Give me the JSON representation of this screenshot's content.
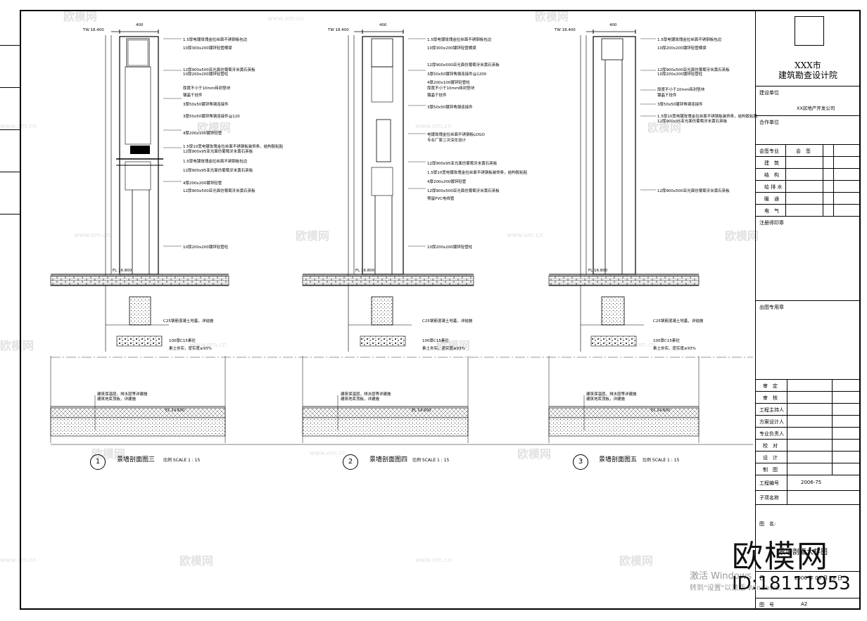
{
  "title_block": {
    "institute_line1": "XXX市",
    "institute_line2": "建筑勘查设计院",
    "client_label": "建设单位",
    "client_value": "XX房地产开发公司",
    "partner_label": "合作单位",
    "sign_header_label": "会签专业",
    "sign_header_value": "会　签",
    "disciplines": [
      "建　筑",
      "结　构",
      "给 排 水",
      "暖　通",
      "电　气"
    ],
    "reg_stamp_label": "注册师印章",
    "drawing_stamp_label": "出图专用章",
    "approvals": [
      "审　定",
      "审　核",
      "工程主持人",
      "方案设计人",
      "专业负责人",
      "校　对",
      "设　计",
      "制　图"
    ],
    "project_no_label": "工程编号",
    "project_no_value": "2006-75",
    "subitem_label": "子项名称",
    "drawing_name_label": "图　名:",
    "drawing_name_value": "景墙剖面大样图",
    "date_label": "日",
    "date_value": "2006 年 08 月 28 日",
    "sheet_label": "图　号",
    "sheet_value": "A2"
  },
  "sections": [
    {
      "num": "1",
      "title": "景墙剖面图三",
      "scale": "比例 SCALE 1 : 15",
      "top_elev": "TW 18.400",
      "width_dim": "400",
      "ground_elev": "FL 16.800",
      "base_elev": "EL 14.600",
      "notes": [
        "1.5厚电镀玫瑰金拉丝面不锈钢板包边",
        "10厚300x200镀锌轻管横梁",
        "12厚900x500亚光面仿葡萄牙米黄石英板",
        "10厚200x200镀锌轻管柱",
        "厚度不小于10mm砖封垫块",
        "镀晶干挂件",
        "3厚50x50镀锌角钢连接件",
        "3厚50x50镀锌角钢连接件@120",
        "4厚200x100镀锌轻管",
        "1.5厚10宽电镀玫瑰金拉丝面不锈钢板装饰条，结构胶粘贴",
        "12厚900x95亚光面仿葡萄牙米黄石英板",
        "1.5厚电镀玫瑰金拉丝面不锈钢板包边",
        "12厚900x95亚光面仿葡萄牙米黄石英板",
        "4厚200x200镀锌轻管",
        "12厚900x500亚光面仿葡萄牙米黄石英板",
        "10厚200x200镀锌轻管柱"
      ],
      "footing_note": "C25钢筋混凝土地基，详结施",
      "gravel_note": "100厚C15素砼",
      "soil_note": "素土夯实，密实度≥93%",
      "roof_note1": "建筑保温层，排水层等详建施",
      "roof_note2": "建筑地库顶板，详建施"
    },
    {
      "num": "2",
      "title": "景墙剖面图四",
      "scale": "比例 SCALE 1 : 15",
      "top_elev": "TW 18.400",
      "width_dim": "400",
      "ground_elev": "FL 16.800",
      "base_elev": "EL 14.600",
      "notes": [
        "1.5厚电镀玫瑰金拉丝面不锈钢板包边",
        "10厚300x200镀锌轻管横梁",
        "12厚900x500亚光面仿葡萄牙米黄石英板",
        "3厚50x50镀锌角钢连接件@1200",
        "4厚200x100镀锌轻管柱",
        "厚度不小于10mm砖封垫块",
        "镀晶干挂件",
        "3厚50x50镀锌角钢连接件",
        "电镀玫瑰金拉丝面不锈钢板LOGO",
        "专业厂家二次深化设计",
        "12厚900x95亚光面仿葡萄牙米黄石英板",
        "1.5厚10宽电镀玫瑰金拉丝面不锈钢板装饰条，结构胶粘贴",
        "4厚200x200镀锌轻管",
        "12厚900x500亚光面仿葡萄牙米黄石英板",
        "预留PVC电线管",
        "10厚200x200镀锌轻管柱"
      ],
      "footing_note": "C25钢筋混凝土地基，详结施",
      "gravel_note": "100厚C15素砼",
      "soil_note": "素土夯实，密实度≥93%",
      "roof_note1": "建筑保温层，排水层等详建施",
      "roof_note2": "建筑地库顶板，详建施"
    },
    {
      "num": "3",
      "title": "景墙剖面图五",
      "scale": "比例 SCALE 1 : 15",
      "top_elev": "TW 18.400",
      "width_dim": "400",
      "ground_elev": "FL 16.800",
      "base_elev": "EL 14.600",
      "notes": [
        "1.5厚电镀玫瑰金拉丝面不锈钢板包边",
        "10厚200x200镀锌轻管横梁",
        "12厚900x500亚光面仿葡萄牙米黄石英板",
        "10厚200x200镀锌轻管柱",
        "厚度不小于10mm砖封垫块",
        "镀晶干挂件",
        "3厚50x50镀锌角钢连接件",
        "1.5厚10宽电镀玫瑰金拉丝面不锈钢板装饰条，结构胶粘贴",
        "12厚900x95亚光面仿葡萄牙米黄石英板",
        "12厚900x500亚光面仿葡萄牙米黄石英板"
      ],
      "footing_note": "C25钢筋混凝土地基，详结施",
      "gravel_note": "100厚C15素砼",
      "soil_note": "素土夯实，密实度≥93%",
      "roof_note1": "建筑保温层，排水层等详建施",
      "roof_note2": "建筑地库顶板，详建施"
    }
  ],
  "watermarks": {
    "brand": "欧模网",
    "url": "www.om.cn",
    "big_brand": "欧模网",
    "big_id": "ID:18111953",
    "activate_line1": "激活 Windows",
    "activate_line2": "转到\"设置\"以激活 Windows。"
  }
}
